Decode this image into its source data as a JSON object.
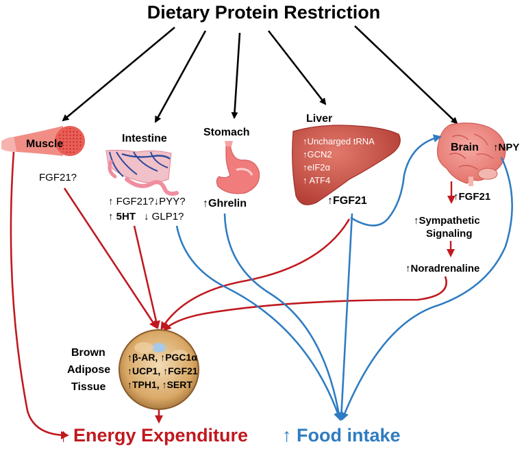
{
  "title": "Dietary Protein Restriction",
  "organs": {
    "muscle": {
      "name": "Muscle",
      "signal": "FGF21?"
    },
    "intestine": {
      "name": "Intestine",
      "signal_1": "↑ FGF21?↓PYY?",
      "signal_2a": "↑ ",
      "signal_2b": "5HT",
      "signal_2c": "↓ GLP1?"
    },
    "stomach": {
      "name": "Stomach",
      "signal_arrow": "↑",
      "signal": "Ghrelin"
    },
    "liver": {
      "name": "Liver",
      "items": [
        "↑Uncharged tRNA",
        "↑GCN2",
        "↑eIF2α",
        "↑ ATF4"
      ],
      "output": "↑FGF21"
    },
    "brain": {
      "name": "Brain",
      "npy": "↑NPY",
      "fgf21": "↑FGF21",
      "sympathetic_1": "↑Sympathetic",
      "sympathetic_2": "Signaling",
      "noradrenaline": "↑Noradrenaline"
    }
  },
  "bat": {
    "label": [
      "Brown",
      "Adipose",
      "Tissue"
    ],
    "markers": [
      "↑β-AR, ↑PGC1α",
      "↑UCP1, ↑FGF21",
      "↑TPH1, ↑SERT"
    ]
  },
  "outcomes": {
    "energy": "↑ Energy Expenditure",
    "food": "↑ Food intake"
  },
  "colors": {
    "red": "#c0191f",
    "blue": "#2f7cc2",
    "black": "#000000"
  }
}
